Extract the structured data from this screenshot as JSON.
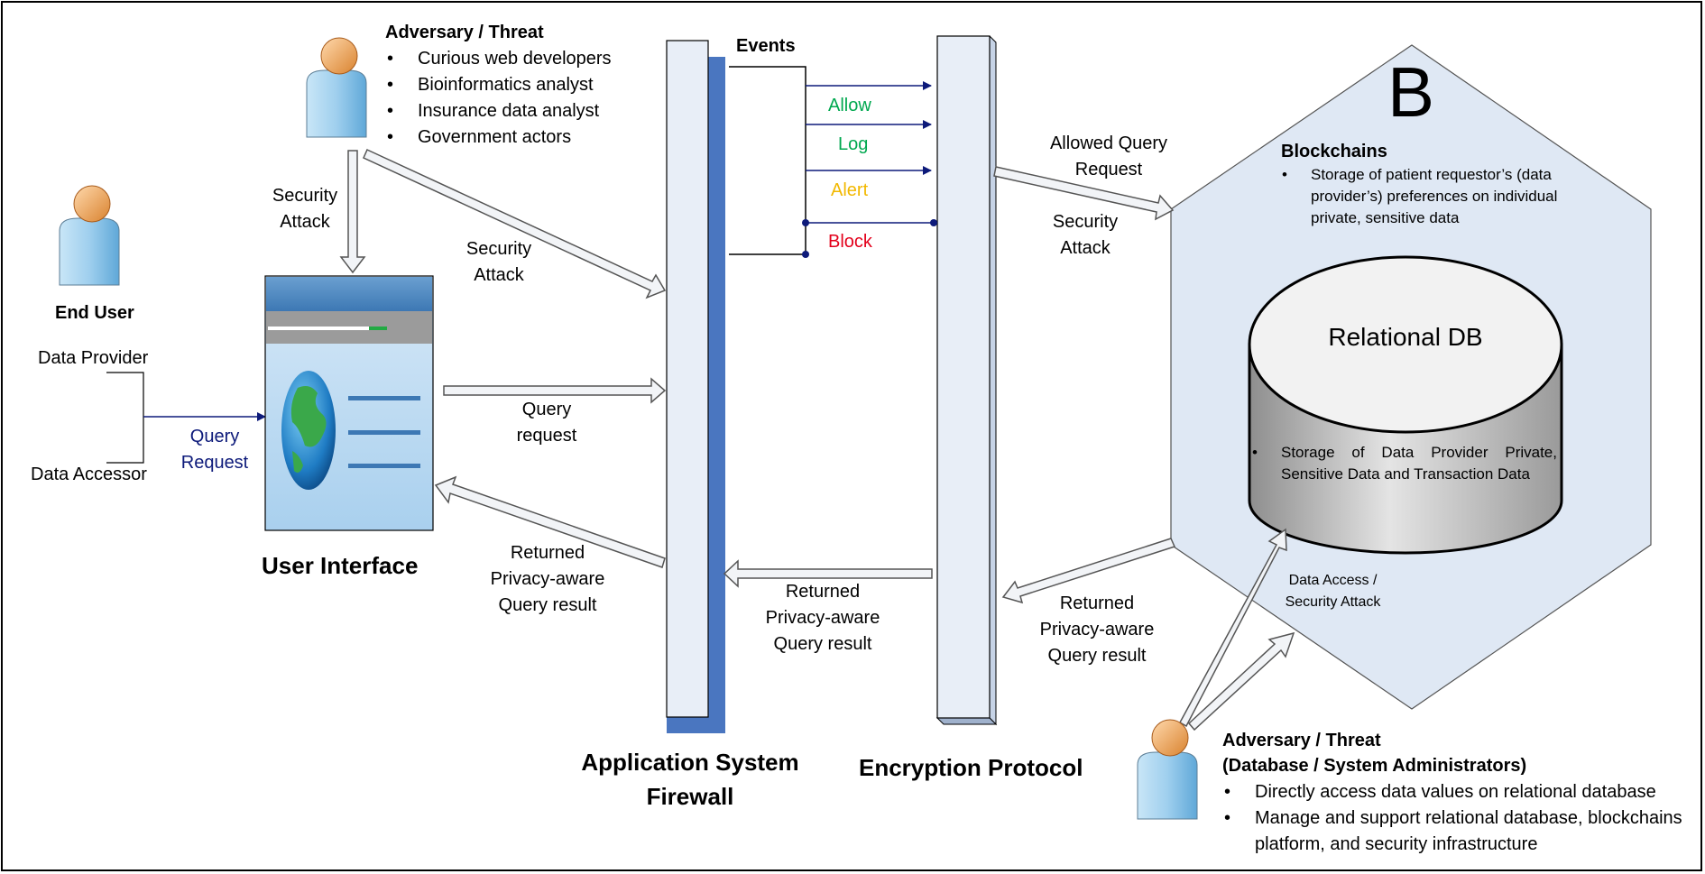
{
  "colors": {
    "navy": "#0d1a7a",
    "allow": "#00a84f",
    "log": "#00a84f",
    "alert": "#f2b800",
    "block": "#e3001b",
    "hexagon_fill": "#dfe8f4",
    "firewall_blue": "#4a76c0"
  },
  "icons": [
    "person-icon",
    "globe-icon",
    "database-icon",
    "hexagon-shape"
  ],
  "adversary_top": {
    "title": "Adversary / Threat",
    "items": [
      "Curious web developers",
      "Bioinformatics analyst",
      "Insurance data analyst",
      "Government actors"
    ]
  },
  "end_user": {
    "title": "End User",
    "data_provider": "Data Provider",
    "data_accessor": "Data Accessor",
    "query_request": [
      "Query",
      "Request"
    ]
  },
  "labels": {
    "security_attack_1": [
      "Security",
      "Attack"
    ],
    "security_attack_2": [
      "Security",
      "Attack"
    ],
    "query_request_ui": [
      "Query",
      "request"
    ],
    "returned_1": [
      "Returned",
      "Privacy-aware",
      "Query result"
    ],
    "returned_2": [
      "Returned",
      "Privacy-aware",
      "Query result"
    ],
    "allowed_query": [
      "Allowed Query",
      "Request"
    ],
    "security_attack_3": [
      "Security",
      "Attack"
    ],
    "returned_3": [
      "Returned",
      "Privacy-aware",
      "Query result"
    ],
    "data_access": [
      "Data Access /",
      "Security Attack"
    ]
  },
  "ui": {
    "title": "User Interface"
  },
  "firewall": {
    "title": [
      "Application System",
      "Firewall"
    ]
  },
  "encryption": {
    "title": "Encryption Protocol"
  },
  "events": {
    "title": "Events",
    "allow": "Allow",
    "log": "Log",
    "alert": "Alert",
    "block": "Block"
  },
  "blockchain": {
    "letter": "B",
    "title": "Blockchains",
    "items": [
      "Storage of patient requestor’s (data provider’s) preferences on individual private, sensitive data"
    ]
  },
  "db": {
    "title": "Relational DB",
    "items": [
      "Storage of Data Provider Private, Sensitive Data and Transaction Data"
    ]
  },
  "adversary_bottom": {
    "title": "Adversary / Threat",
    "subtitle": "(Database / System Administrators)",
    "items": [
      "Directly access data values on relational database",
      "Manage and support relational database, blockchains platform, and security infrastructure"
    ]
  }
}
